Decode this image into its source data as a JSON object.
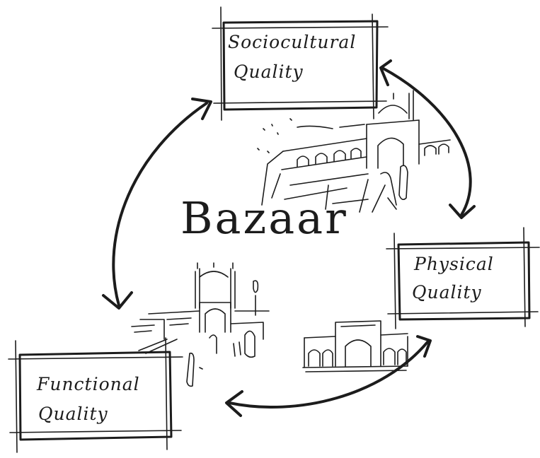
{
  "center": {
    "title": "Bazaar"
  },
  "boxes": {
    "sociocultural": {
      "line1": "Sociocultural",
      "line2": "Quality"
    },
    "physical": {
      "line1": "Physical",
      "line2": "Quality"
    },
    "functional": {
      "line1": "Functional",
      "line2": "Quality"
    }
  },
  "style": {
    "ink_color": "#1c1c1c",
    "paper_color": "#ffffff"
  }
}
